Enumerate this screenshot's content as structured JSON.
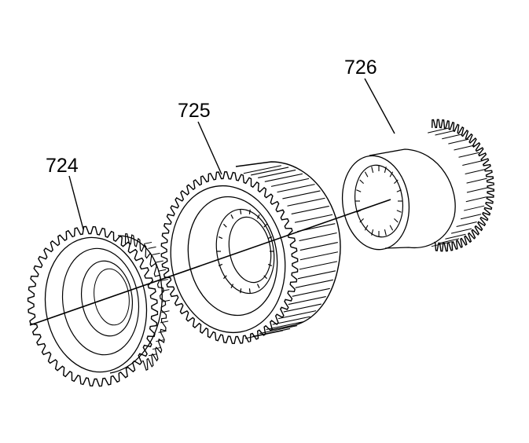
{
  "diagram": {
    "callouts": {
      "gear_724": "724",
      "gear_725": "725",
      "gear_726": "726"
    },
    "colors": {
      "line": "#000000",
      "background": "#ffffff"
    }
  }
}
